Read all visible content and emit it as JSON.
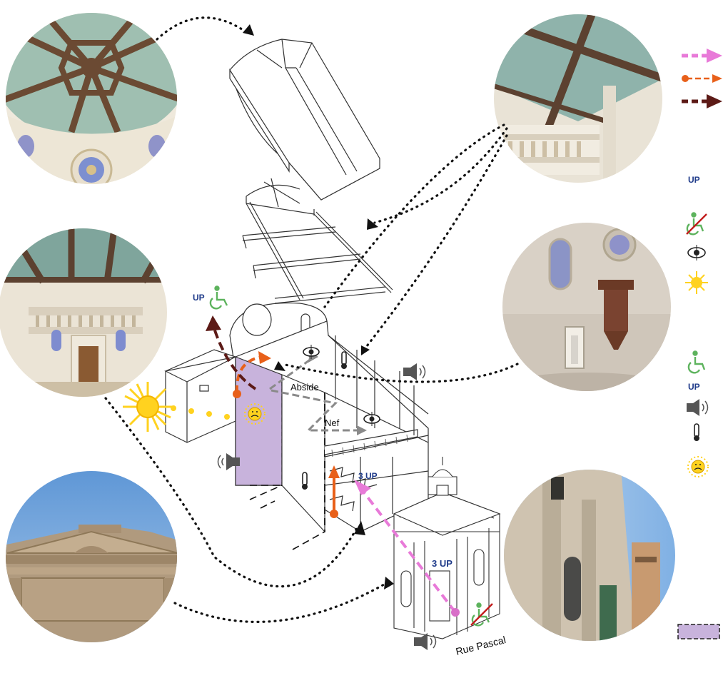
{
  "labels": {
    "abside": "Abside",
    "nef": "Nef",
    "up_top": "UP",
    "up_stair": "3 UP",
    "up_facade": "3 UP",
    "street": "Rue Pascal"
  },
  "legend": {
    "up_1": "UP",
    "up_2": "UP"
  },
  "photos": [
    {
      "name": "photo-dome-ceiling",
      "subject": "octagonal timber dome ceiling with rose windows"
    },
    {
      "name": "photo-roof-beams",
      "subject": "cross timber beams and balcony balustrade"
    },
    {
      "name": "photo-nave-interior",
      "subject": "nave with gallery and entrance door"
    },
    {
      "name": "photo-apse-pulpit",
      "subject": "apse with arched window and wooden pulpit"
    },
    {
      "name": "photo-pediment",
      "subject": "stone pediment against blue sky"
    },
    {
      "name": "photo-facade-street",
      "subject": "street facade with pilasters and lantern"
    }
  ],
  "icons": [
    "eye-icon",
    "thermometer-icon",
    "speaker-icon",
    "sun-icon",
    "sad-sun-icon",
    "wheelchair-icon",
    "no-wheelchair-icon"
  ],
  "colors": {
    "pink_arrow": "#e87ad8",
    "orange_arrow": "#e8601a",
    "brown_arrow": "#5c1a16",
    "purple_zone": "#c8b3dc",
    "up_text": "#1f3b8a",
    "wheelchair_green": "#5db35d",
    "sun_yellow": "#ffd21f"
  }
}
